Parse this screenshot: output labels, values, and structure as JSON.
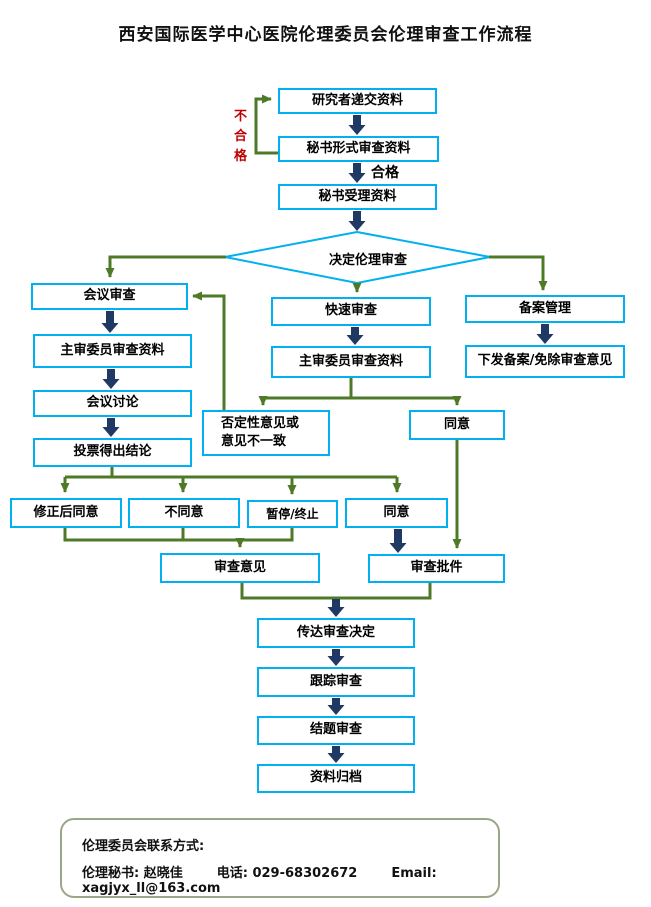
{
  "title": "西安国际医学中心医院伦理委员会伦理审查工作流程",
  "nodes": {
    "researcher_submit": "研究者递交资料",
    "secretary_formal_review": "秘书形式审查资料",
    "secretary_accept": "秘书受理资料",
    "decide_review": "决定伦理审查",
    "meeting_review": "会议审查",
    "lead_reviewer_meeting": "主审委员审查资料",
    "meeting_discussion": "会议讨论",
    "vote_conclusion": "投票得出结论",
    "rapid_review": "快速审查",
    "lead_reviewer_rapid": "主审委员审查资料",
    "negative_opinion": "否定性意见或\n意见不一致",
    "agree_rapid": "同意",
    "filing_management": "备案管理",
    "issue_filing": "下发备案/免除审查意见",
    "approve_after_revision": "修正后同意",
    "disagree": "不同意",
    "pause_terminate": "暂停/终止",
    "agree_vote": "同意",
    "review_opinion": "审查意见",
    "review_approval": "审查批件",
    "communicate_decision": "传达审查决定",
    "follow_up_review": "跟踪审查",
    "conclusion_review": "结题审查",
    "archive": "资料归档"
  },
  "edge_labels": {
    "qualified": "合格",
    "unqualified": "不合格"
  },
  "contact": {
    "heading": "伦理委员会联系方式:",
    "secretary": "伦理秘书: 赵晓佳",
    "phone": "电话: 029-68302672",
    "email": "Email: xagjyx_ll@163.com"
  },
  "colors": {
    "node_border": "#00B0F0",
    "thick_arrow": "#1F3864",
    "flow_line": "#4E7A28",
    "reject_label": "#C00000",
    "contact_border": "#99A687"
  }
}
